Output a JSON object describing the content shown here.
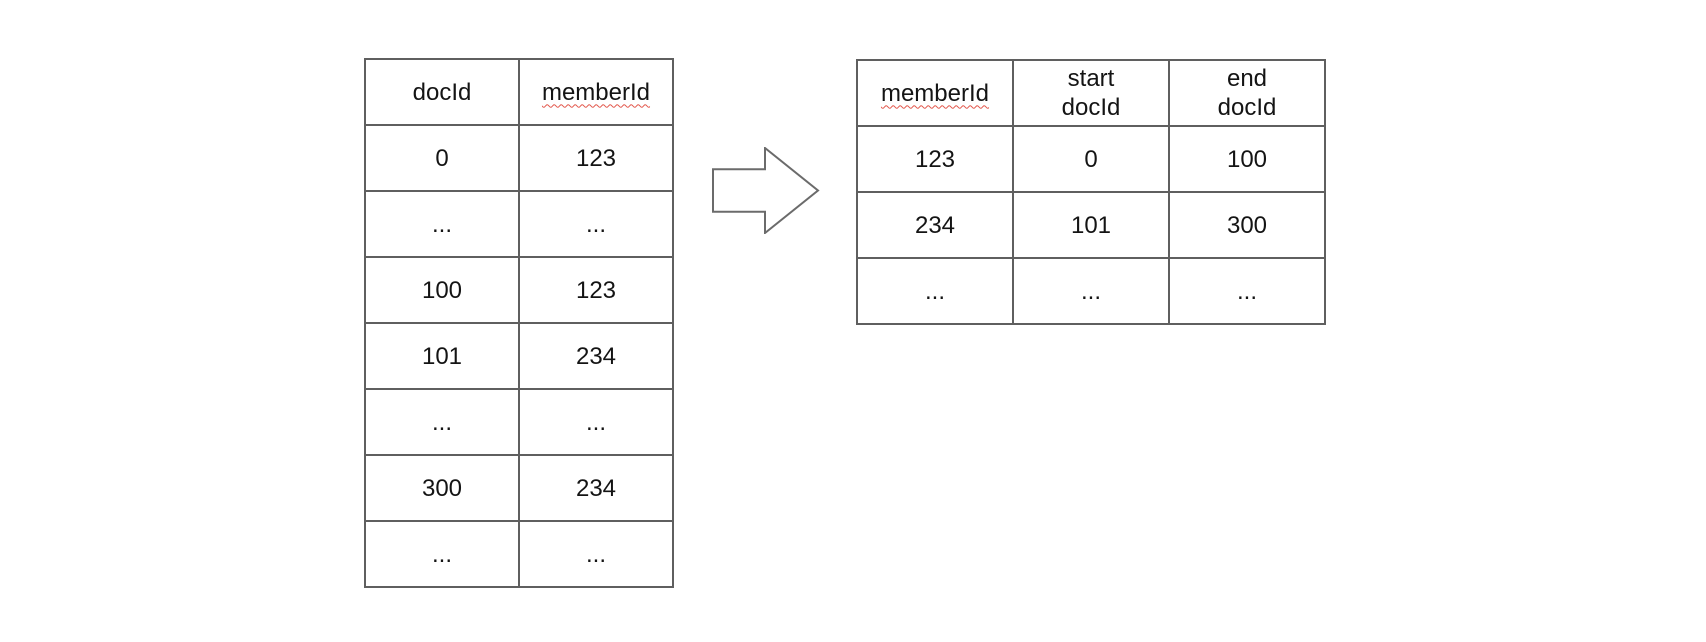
{
  "colors": {
    "table-border": "#5f5f5f",
    "text": "#141414",
    "squiggle": "#e25549",
    "arrow-stroke": "#6b6b6b",
    "arrow-fill": "#ffffff",
    "background": "#ffffff"
  },
  "left_table": {
    "headers": [
      "docId",
      "memberId"
    ],
    "rows": [
      [
        "0",
        "123"
      ],
      [
        "...",
        "..."
      ],
      [
        "100",
        "123"
      ],
      [
        "101",
        "234"
      ],
      [
        "...",
        "..."
      ],
      [
        "300",
        "234"
      ],
      [
        "...",
        "..."
      ]
    ]
  },
  "arrow": {
    "icon": "block-arrow-right"
  },
  "right_table": {
    "headers": [
      "memberId",
      "start\ndocId",
      "end\ndocId"
    ],
    "rows": [
      [
        "123",
        "0",
        "100"
      ],
      [
        "234",
        "101",
        "300"
      ],
      [
        "...",
        "...",
        "..."
      ]
    ]
  }
}
